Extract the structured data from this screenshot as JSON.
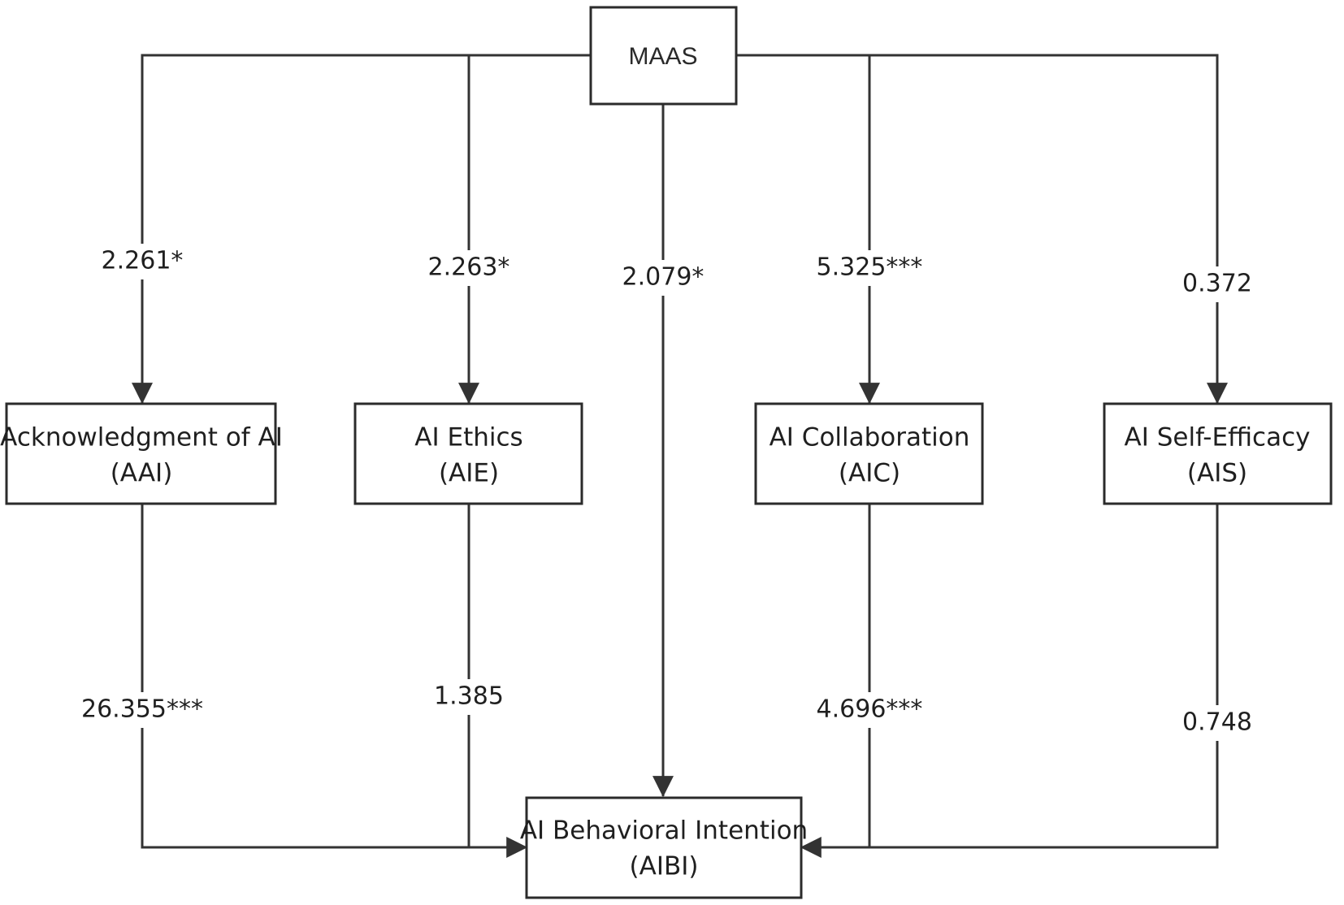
{
  "nodes": {
    "maas": {
      "line1": "MAAS"
    },
    "aai": {
      "line1": "Acknowledgment of AI",
      "line2": "(AAI)"
    },
    "aie": {
      "line1": "AI Ethics",
      "line2": "(AIE)"
    },
    "aic": {
      "line1": "AI Collaboration",
      "line2": "(AIC)"
    },
    "ais": {
      "line1": "AI Self-Efficacy",
      "line2": "(AIS)"
    },
    "aibi": {
      "line1": "AI Behavioral Intention",
      "line2": "(AIBI)"
    }
  },
  "paths": {
    "maas_aai": "2.261*",
    "maas_aie": "2.263*",
    "maas_aibi": "2.079*",
    "maas_aic": "5.325***",
    "maas_ais": "0.372",
    "aai_aibi": "26.355***",
    "aie_aibi": "1.385",
    "aic_aibi": "4.696***",
    "ais_aibi": "0.748"
  }
}
